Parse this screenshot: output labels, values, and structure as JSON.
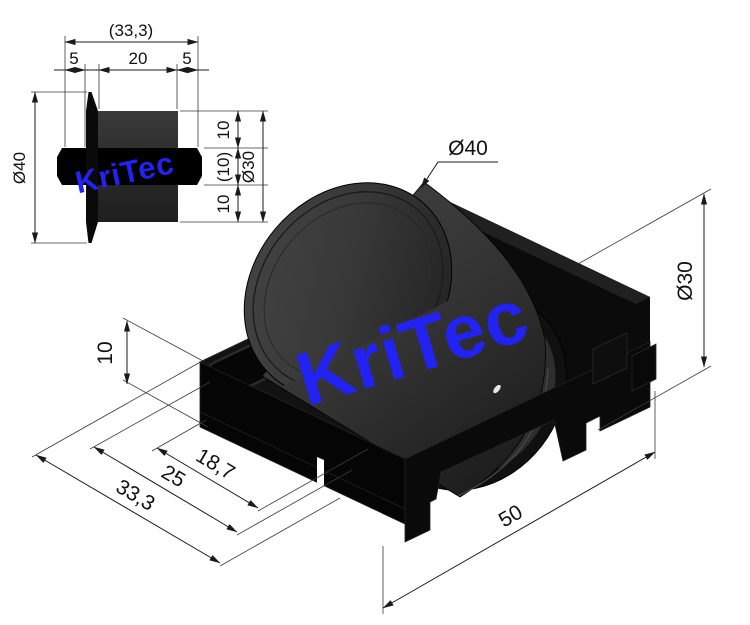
{
  "watermark": {
    "text": "KriTec",
    "color": "#2222F2"
  },
  "section_view": {
    "dim_overall_width": "(33,3)",
    "dim_left_seg": "5",
    "dim_mid_seg": "20",
    "dim_right_seg": "5",
    "dim_outer_dia": "Ø40",
    "dim_chain_top": "10",
    "dim_chain_mid": "(10)",
    "dim_chain_bottom": "10",
    "dim_body_dia": "Ø30"
  },
  "iso_view": {
    "dim_wheel_dia": "Ø40",
    "dim_body_dia": "Ø30",
    "dim_block_height": "10",
    "dim_width_inner": "18,7",
    "dim_width_mid": "25",
    "dim_width_outer": "33,3",
    "dim_block_length": "50"
  },
  "colors": {
    "background": "#ffffff",
    "dimension_lines": "#1a1a1a",
    "part_black": "#0a0a0a",
    "wheel_gray": "#3a3a3a",
    "watermark_blue": "#2222F2"
  }
}
